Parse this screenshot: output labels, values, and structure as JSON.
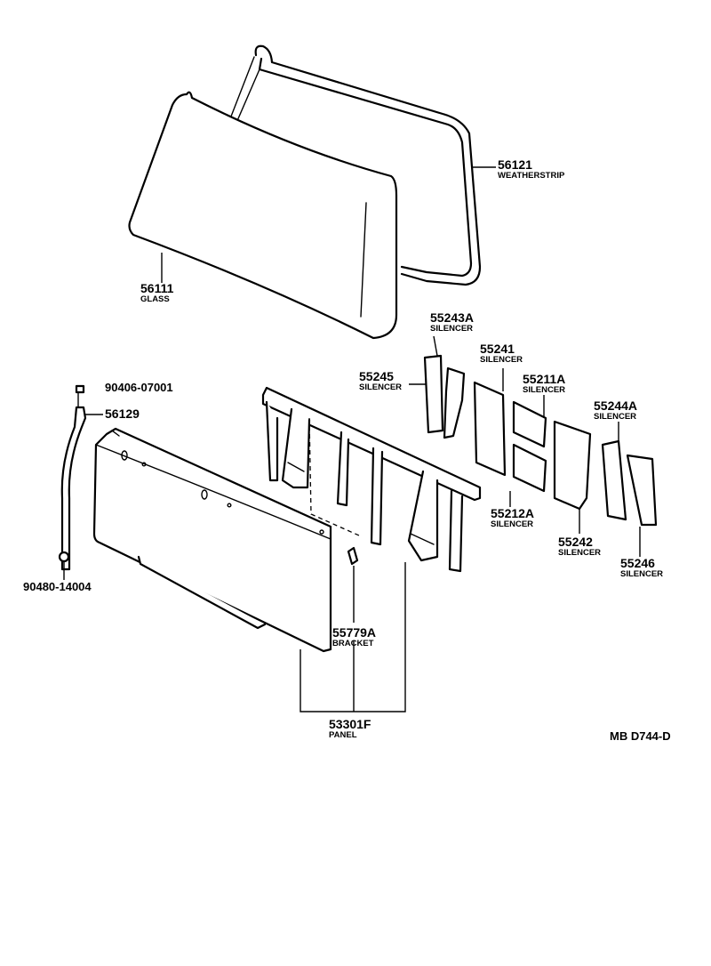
{
  "diagram_code": "MB D744-D",
  "parts": [
    {
      "id": "56121",
      "name": "WEATHERSTRIP"
    },
    {
      "id": "56111",
      "name": "GLASS"
    },
    {
      "id": "55243A",
      "name": "SILENCER"
    },
    {
      "id": "55241",
      "name": "SILENCER"
    },
    {
      "id": "55245",
      "name": "SILENCER"
    },
    {
      "id": "55211A",
      "name": "SILENCER"
    },
    {
      "id": "90406-07001",
      "name": ""
    },
    {
      "id": "56129",
      "name": ""
    },
    {
      "id": "55244A",
      "name": "SILENCER"
    },
    {
      "id": "55212A",
      "name": "SILENCER"
    },
    {
      "id": "55242",
      "name": "SILENCER"
    },
    {
      "id": "55246",
      "name": "SILENCER"
    },
    {
      "id": "90480-14004",
      "name": ""
    },
    {
      "id": "55779A",
      "name": "BRACKET"
    },
    {
      "id": "53301F",
      "name": "PANEL"
    }
  ]
}
